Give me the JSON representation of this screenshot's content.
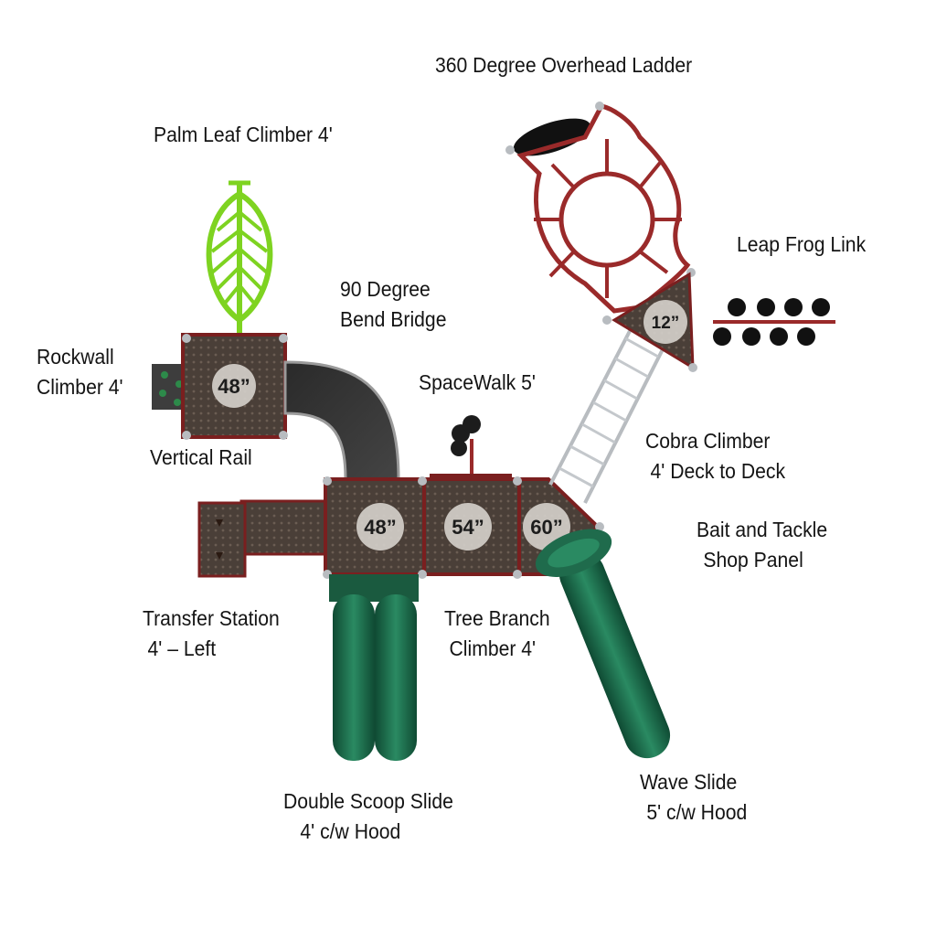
{
  "diagram": {
    "labels": {
      "overhead_ladder": "360 Degree Overhead Ladder",
      "palm_leaf": "Palm Leaf Climber 4'",
      "leap_frog": "Leap Frog Link",
      "bend_bridge_1": "90 Degree",
      "bend_bridge_2": "Bend Bridge",
      "rockwall_1": "Rockwall",
      "rockwall_2": "Climber 4'",
      "spacewalk": "SpaceWalk 5'",
      "vertical_rail": "Vertical Rail",
      "cobra_1": "Cobra Climber",
      "cobra_2": "4' Deck to Deck",
      "bait_1": "Bait  and  Tackle",
      "bait_2": "Shop Panel",
      "transfer_1": "Transfer Station",
      "transfer_2": "4'  – Left",
      "tree_branch_1": "Tree Branch",
      "tree_branch_2": "Climber 4'",
      "wave_slide_1": "Wave Slide",
      "wave_slide_2": "5' c/w Hood",
      "double_scoop_1": "Double Scoop Slide",
      "double_scoop_2": "4' c/w Hood"
    },
    "deck_heights": {
      "rockwall_deck": "48”",
      "main_deck_left": "48”",
      "main_deck_mid": "54”",
      "main_deck_right": "60”",
      "triangle_deck": "12”"
    },
    "colors": {
      "deck": "#4a3f38",
      "deck_trim": "#7a1f1f",
      "ladder_red": "#9a2a2a",
      "slide_green": "#1f6b4c",
      "leaf_green": "#7ed321",
      "post": "#b8bcc0",
      "height_disc": "#d6d2cc"
    }
  }
}
